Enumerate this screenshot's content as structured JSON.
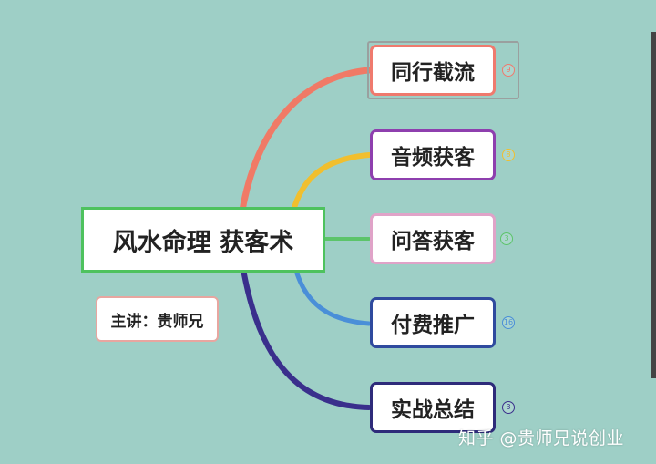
{
  "central": {
    "label": "风水命理 获客术",
    "border_color": "#4ec25e"
  },
  "presenter": {
    "label": "主讲：贵师兄",
    "border_color": "#e8a6a0"
  },
  "branches": [
    {
      "label": "同行截流",
      "color": "#ef7a6e",
      "badge": "9"
    },
    {
      "label": "音频获客",
      "color": "#8e3fae",
      "badge": "8"
    },
    {
      "label": "问答获客",
      "color": "#e0a3c8",
      "badge": "3"
    },
    {
      "label": "付费推广",
      "color": "#2f4a9e",
      "badge": "16"
    },
    {
      "label": "实战总结",
      "color": "#2e2b7a",
      "badge": "3"
    }
  ],
  "connector_colors": [
    "#f07a66",
    "#f1bf2e",
    "#5cc46a",
    "#4a8fd8",
    "#3a2f8c"
  ],
  "badge_colors": [
    "#ef7a6e",
    "#f1bf2e",
    "#5cc46a",
    "#4a8fd8",
    "#3a2f8c"
  ],
  "watermark": "知乎 @贵师兄说创业",
  "background": "#9ecfc6"
}
